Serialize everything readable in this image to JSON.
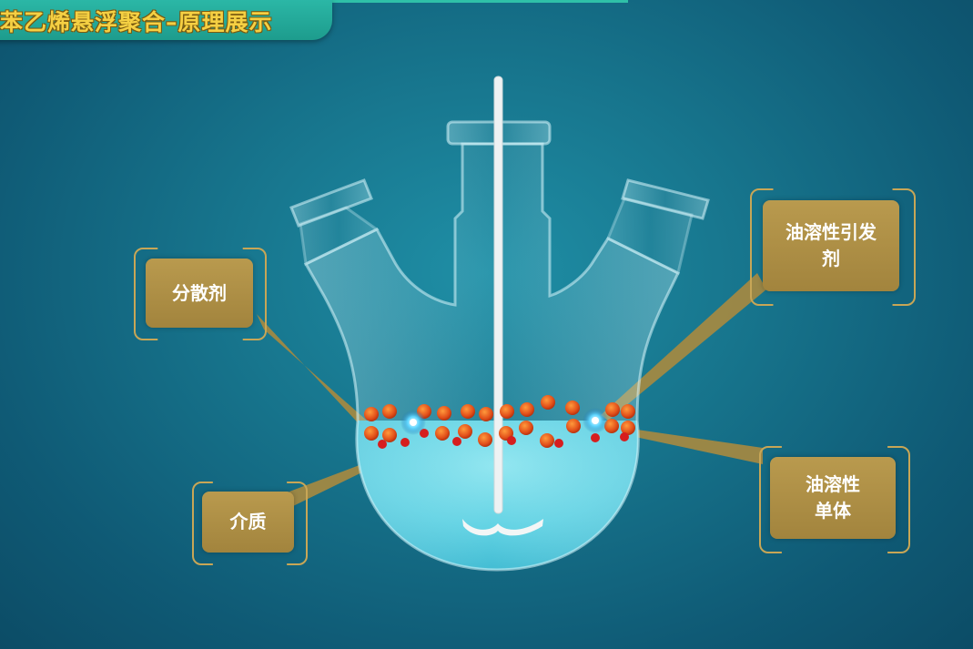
{
  "header": {
    "title": "苯乙烯悬浮聚合–原理展示"
  },
  "labels": {
    "dispersant": "分散剂",
    "initiator": "油溶性引发剂",
    "medium": "介质",
    "monomer": "油溶性单体"
  },
  "colors": {
    "background": "#17758d",
    "title_bar": "#1d9c8d",
    "title_text": "#f5d043",
    "label_fill": "#a2843d",
    "label_border": "#c8a656",
    "liquid": "#55cfe0",
    "droplet": "#e0551a"
  }
}
